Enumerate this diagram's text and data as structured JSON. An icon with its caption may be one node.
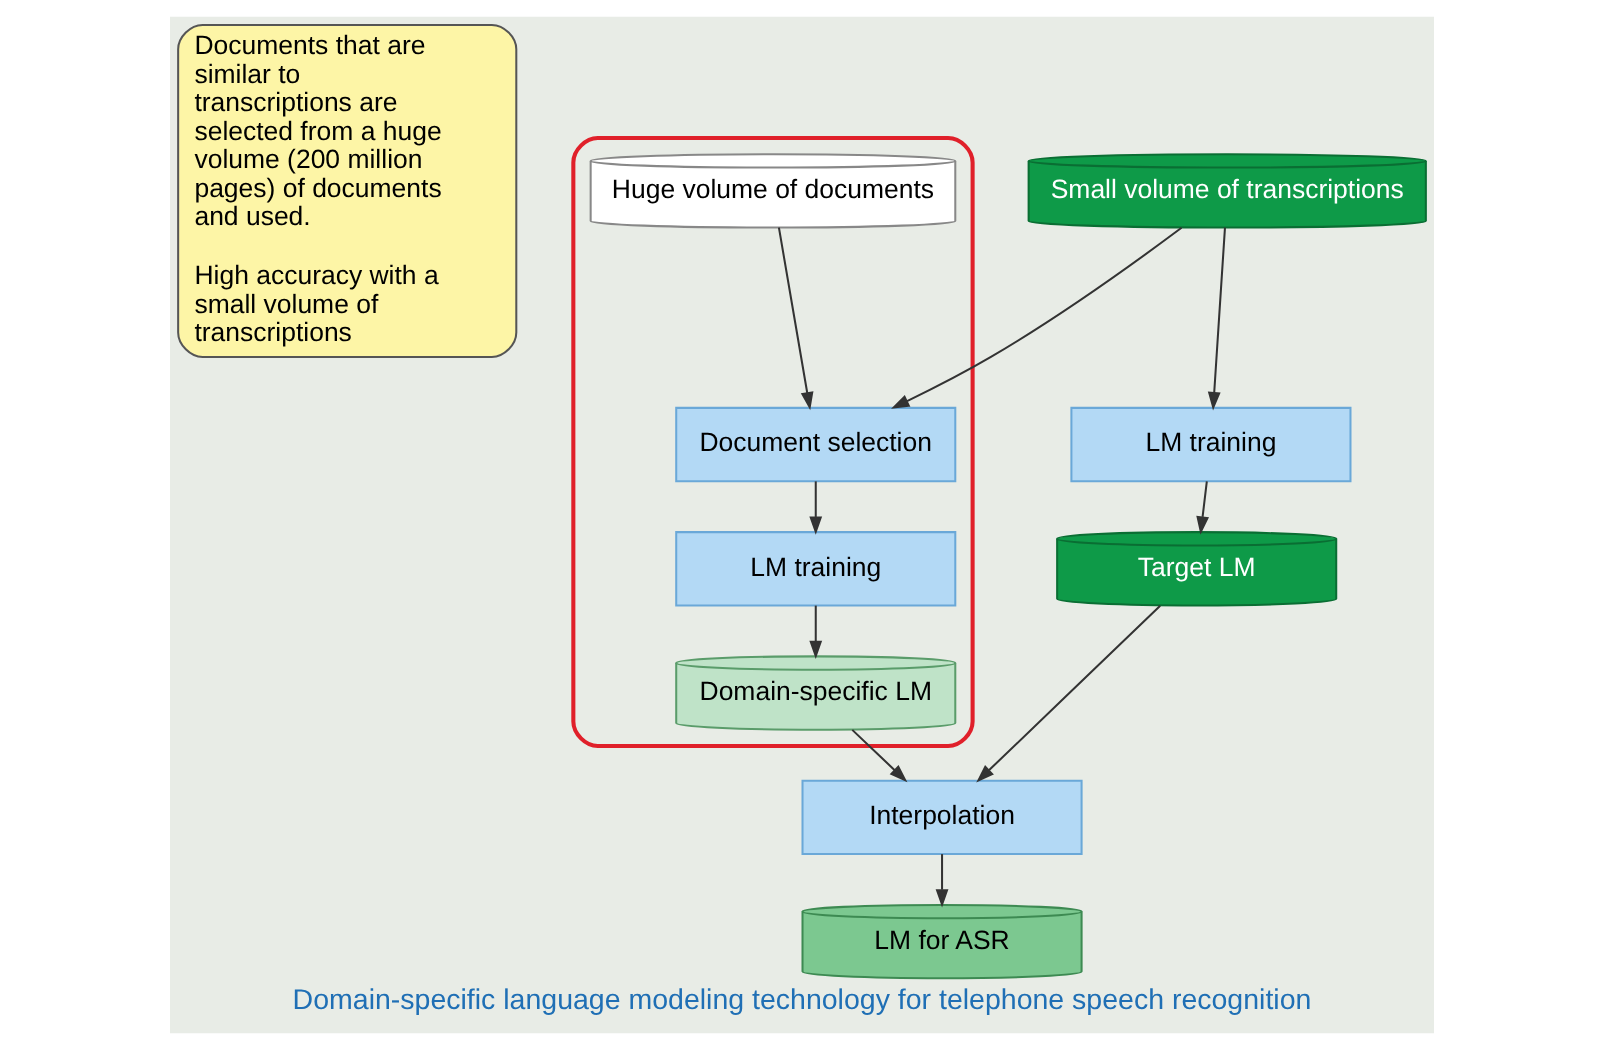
{
  "diagram": {
    "caption": "Domain-specific language modeling technology for telephone speech recognition",
    "nodes": [
      {
        "text": [
          "Documents that are similar to transcriptions are selected from a huge volume (200 million pages) of documents and used.",
          "High accuracy with a small volume of transcriptions"
        ]
      },
      {
        "text": [],
        "shape": "ellipse"
      },
      {
        "text": [
          "Huge volume of documents"
        ],
        "in": 1
      },
      {
        "text": [
          "Document selection"
        ],
        "in": 1
      },
      {
        "text": [
          "LM training"
        ],
        "in": 1
      },
      {
        "text": [
          "Domain-specific LM"
        ],
        "in": 1
      },
      {
        "text": [
          "Small volume of transcriptions"
        ]
      },
      {
        "text": [
          "LM training"
        ]
      },
      {
        "text": [
          "Target LM"
        ]
      },
      {
        "text": [
          "Interpolation"
        ]
      },
      {
        "text": [
          "LM for ASR"
        ]
      }
    ],
    "edges": [
      {
        "from": 2,
        "to": 3,
        "arrow": "to"
      },
      {
        "from": 3,
        "to": 4,
        "arrow": "to"
      },
      {
        "from": 4,
        "to": 5,
        "arrow": "to"
      },
      {
        "from": 6,
        "to": 3,
        "arrow": "to"
      },
      {
        "from": 6,
        "to": 7,
        "arrow": "to"
      },
      {
        "from": 7,
        "to": 8,
        "arrow": "to"
      },
      {
        "from": 5,
        "to": 9,
        "arrow": "to"
      },
      {
        "from": 8,
        "to": 9,
        "arrow": "to"
      },
      {
        "from": 9,
        "to": 10,
        "arrow": "to"
      }
    ]
  }
}
